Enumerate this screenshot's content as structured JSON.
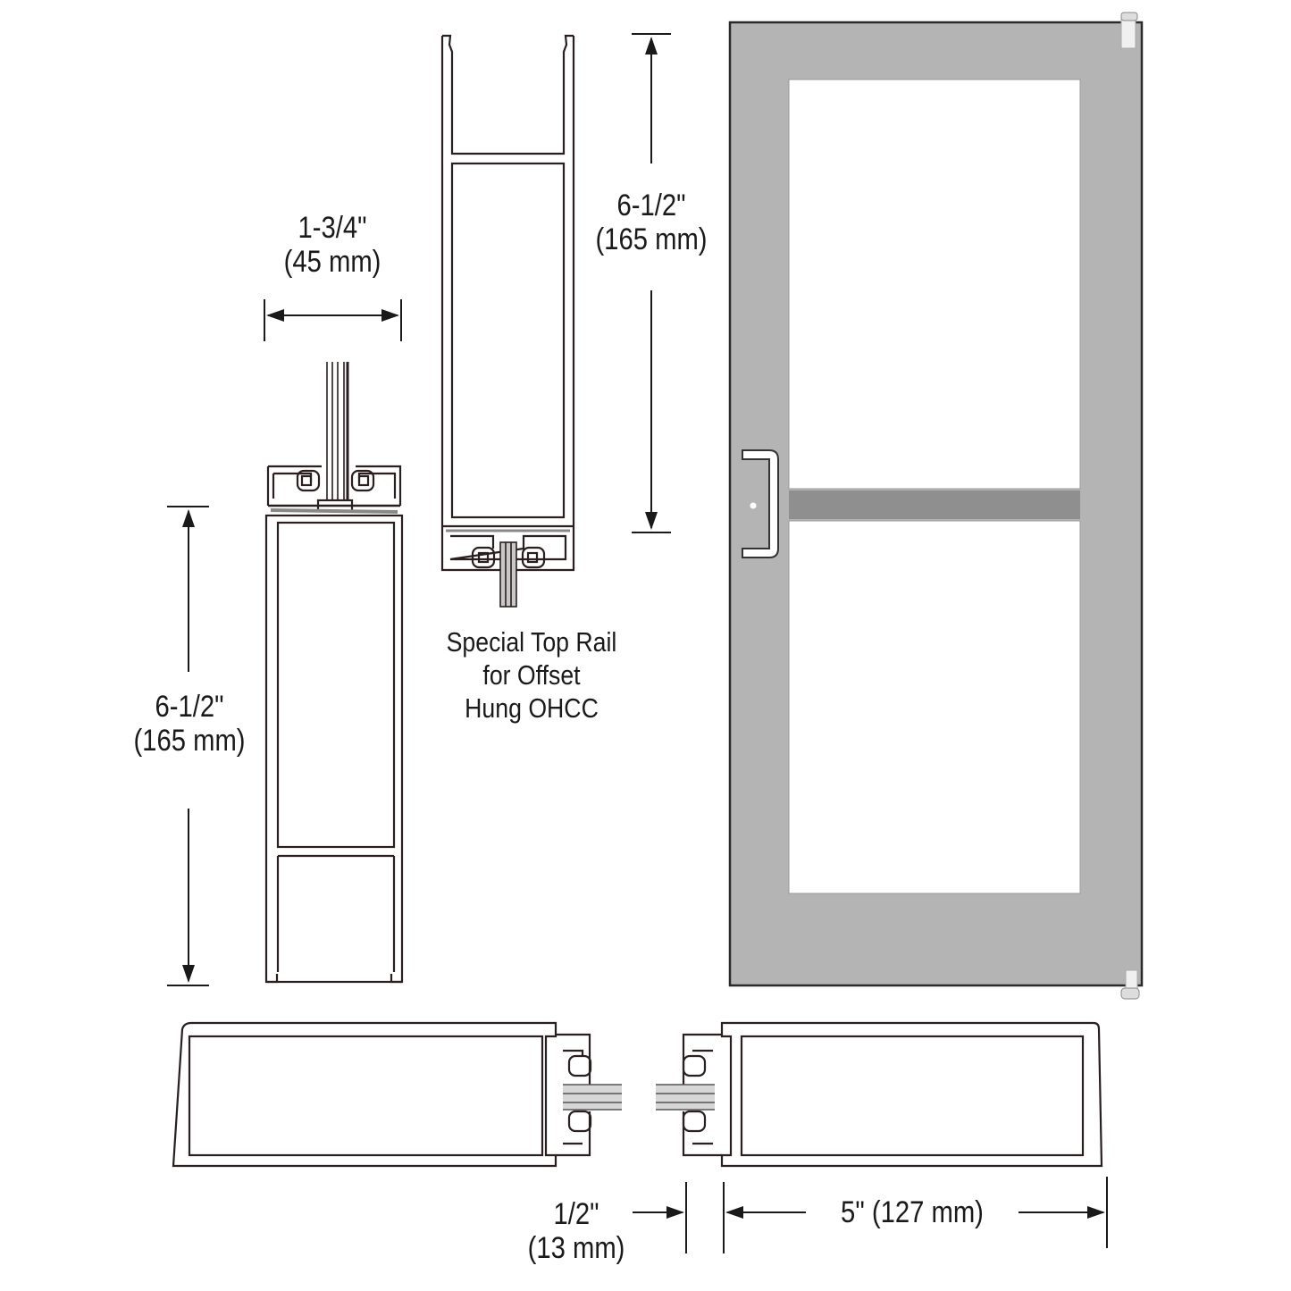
{
  "diagram": {
    "type": "door-profile-section-drawing",
    "colors": {
      "line": "#2a1e1e",
      "door_fill": "#b4b4b4",
      "mid_rail": "#8f8f8f",
      "glass": "#ffffff",
      "glazing_gasket": "#9a9a9a"
    },
    "labels": {
      "stile_width": {
        "inches": "1-3/4\"",
        "metric": "(45 mm)"
      },
      "bottom_rail_height": {
        "inches": "6-1/2\"",
        "metric": "(165 mm)"
      },
      "top_rail_height": {
        "inches": "6-1/2\"",
        "metric": "(165 mm)"
      },
      "top_rail_caption": {
        "line1": "Special Top Rail",
        "line2": "for Offset",
        "line3": "Hung OHCC"
      },
      "glass_gap": {
        "inches": "1/2\"",
        "metric": "(13 mm)"
      },
      "stile_depth": {
        "text": "5\" (127 mm)"
      }
    },
    "components": [
      {
        "name": "bottom-rail-section",
        "description": "Vertical section of bottom rail with glazing stop"
      },
      {
        "name": "special-top-rail-section",
        "description": "Vertical section of special top rail for offset hung OHCC"
      },
      {
        "name": "door-elevation",
        "description": "Narrow stile door with mid rail, push/pull handle and pivots"
      },
      {
        "name": "stile-plan-sections",
        "description": "Plan sections of left and right stiles with glass"
      }
    ]
  }
}
